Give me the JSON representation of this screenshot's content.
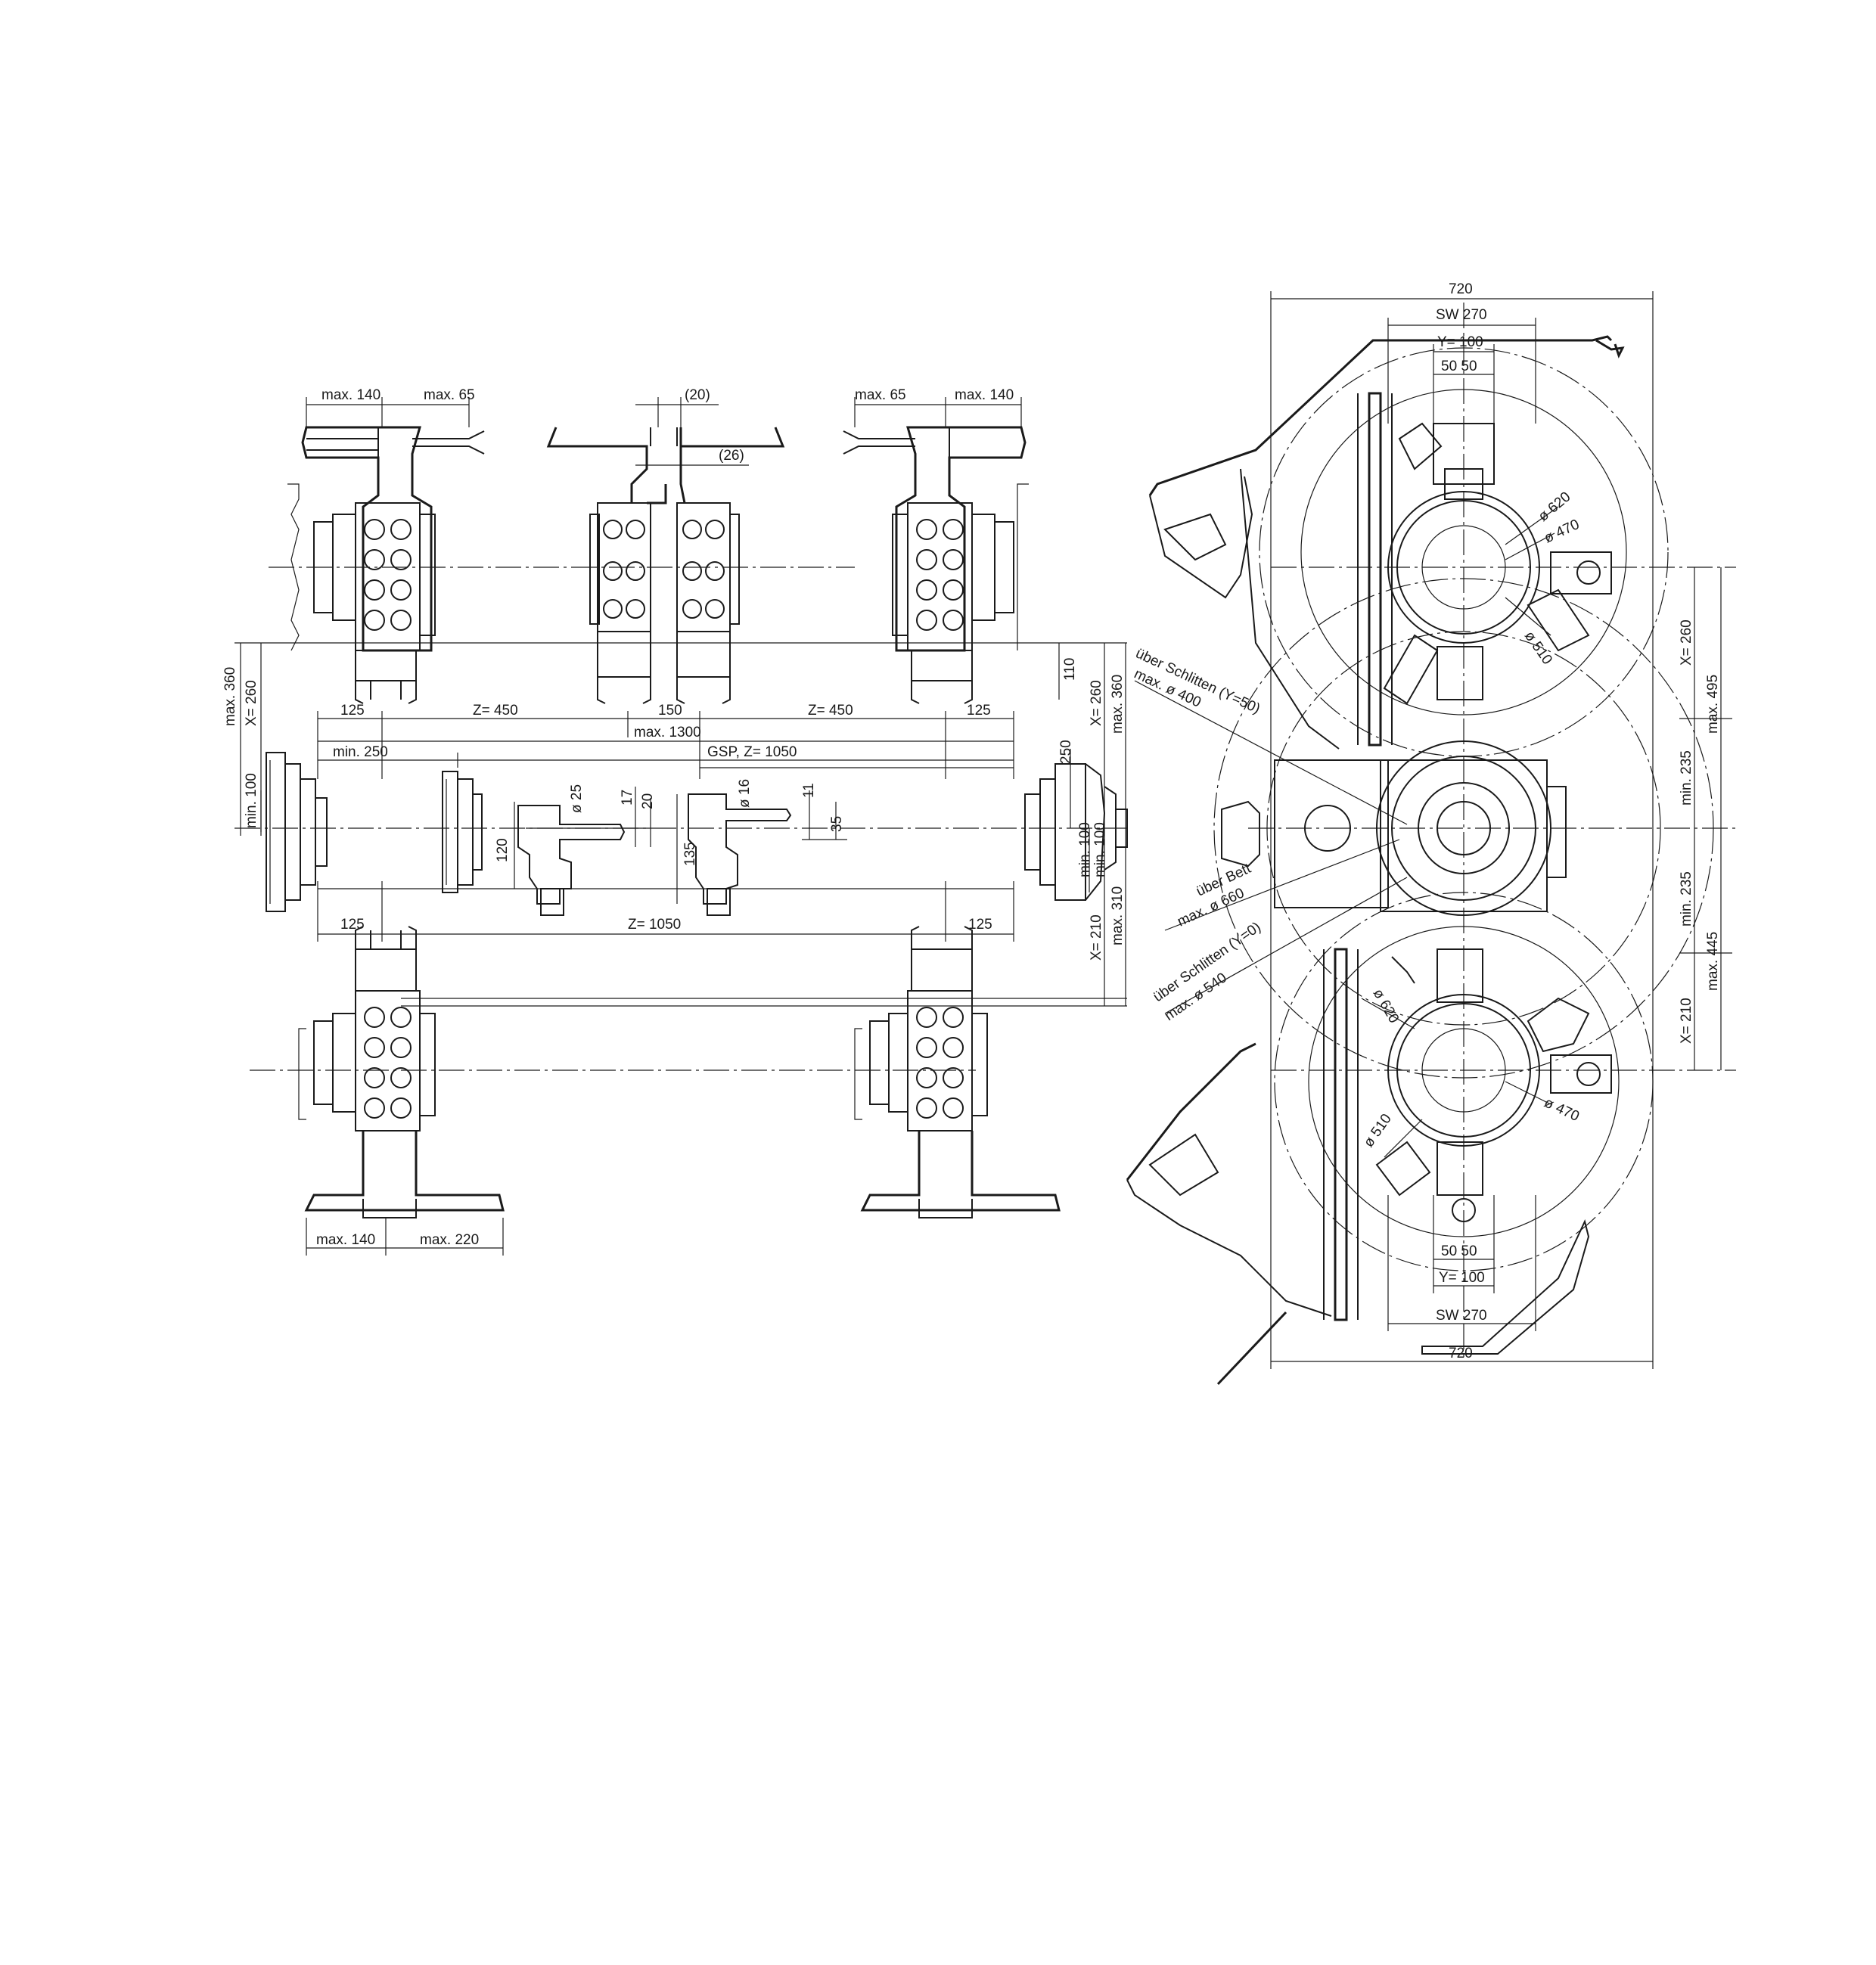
{
  "dimensions": {
    "tl_max140": "max. 140",
    "tl_max65": "max. 65",
    "tc_20": "(20)",
    "tc_26": "(26)",
    "tr_max65": "max. 65",
    "tr_max140": "max. 140",
    "left_max360": "max. 360",
    "left_x260": "X= 260",
    "left_min100": "min. 100",
    "z_125_a": "125",
    "z_450_a": "Z= 450",
    "z_150": "150",
    "z_450_b": "Z= 450",
    "z_125_b": "125",
    "max1300": "max. 1300",
    "min250": "min. 250",
    "gsp": "GSP, Z= 1050",
    "d25": "ø 25",
    "d17": "17",
    "d20": "20",
    "d16": "ø 16",
    "d11": "11",
    "d35": "35",
    "d120": "120",
    "d135": "135",
    "r110": "110",
    "r250": "250",
    "r_x260": "X= 260",
    "r_max360": "max. 360",
    "r_min100a": "min. 100",
    "r_min100b": "min. 100",
    "r_x210": "X= 210",
    "r_max310": "max. 310",
    "z_125_c": "125",
    "z_1050": "Z= 1050",
    "z_125_d": "125",
    "bl_max140": "max. 140",
    "bl_max220": "max. 220",
    "ev_720_top": "720",
    "ev_sw270_top": "SW 270",
    "ev_y100_top": "Y= 100",
    "ev_5050_top": "50  50",
    "ev_d620_top": "ø 620",
    "ev_d470_top": "ø 470",
    "ev_d510_top": "ø 510",
    "ev_x260": "X= 260",
    "ev_max495": "max. 495",
    "ev_min235a": "min. 235",
    "ev_min235b": "min. 235",
    "ev_x210": "X= 210",
    "ev_max445": "max. 445",
    "ev_schlitten50_a": "über Schlitten (Y=50)",
    "ev_schlitten50_b": "max. ø 400",
    "ev_bett_a": "über Bett",
    "ev_bett_b": "max. ø 660",
    "ev_schlitten0_a": "über Schlitten (Y=0)",
    "ev_schlitten0_b": "max. ø 540",
    "ev_d620_bot": "ø 620",
    "ev_d470_bot": "ø 470",
    "ev_d510_bot": "ø 510",
    "ev_5050_bot": "50  50",
    "ev_y100_bot": "Y= 100",
    "ev_sw270_bot": "SW 270",
    "ev_720_bot": "720"
  }
}
